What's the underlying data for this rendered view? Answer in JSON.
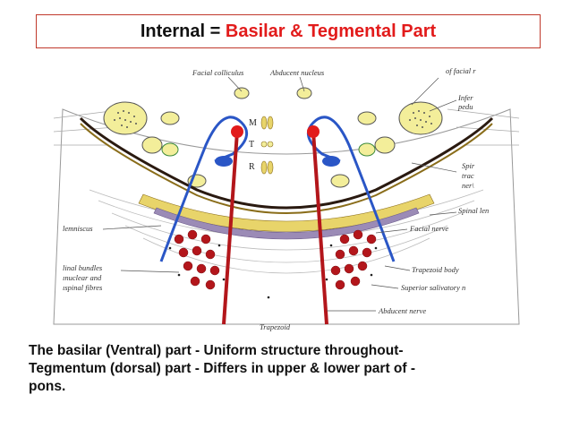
{
  "title": {
    "part1": "Internal = ",
    "part2": "Basilar & Tegmental Part"
  },
  "labels": {
    "facial_colliculus": "Facial colliculus",
    "abducent_nucleus": "Abducent nucleus",
    "of_facial": "of facial r",
    "infer": "Infer",
    "pedu": "pedu",
    "spir": "Spir",
    "trac": "trac",
    "ner": "ner\\",
    "spinal_len": "Spinal len",
    "facial_nerve": "Facial nerve",
    "lemniscus": "lemniscus",
    "trapezoid_body": "Trapezoid body",
    "superior_salivatory": "Superior salivatory n",
    "abducent_nerve": "Abducent nerve",
    "linal_bundles": "linal bundles",
    "nuclear_and": "ınuclear and",
    "spinal_fibres": "ıspinal fibres",
    "bottom_cut": "Trapezoid",
    "m": "M",
    "t": "T",
    "r": "R"
  },
  "description": {
    "line1": "The basilar (Ventral) part - Uniform structure throughout-",
    "line2": "Tegmentum (dorsal) part - Differs in upper & lower part of -",
    "line3": "pons."
  },
  "colors": {
    "red": "#e21b1b",
    "blue": "#2a56c6",
    "dark_red": "#b3161b",
    "yellow": "#f3ee9a",
    "green": "#3c8a3c"
  }
}
